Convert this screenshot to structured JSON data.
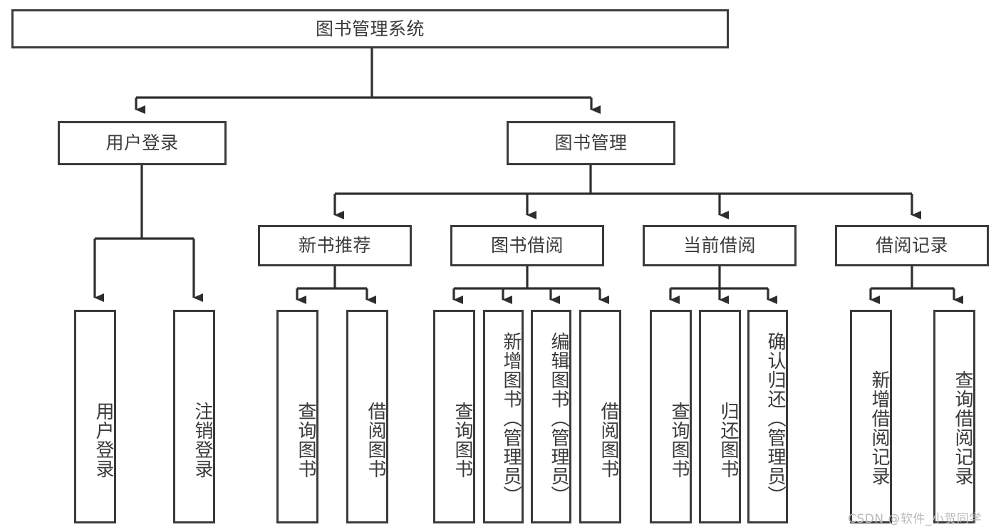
{
  "diagram": {
    "title": "图书管理系统",
    "type": "tree-hierarchy-functional-structure",
    "watermark": "CSDN @软件_小贺同学",
    "colors": {
      "box_border": "#3b3b3b",
      "box_fill": "#ffffff",
      "edge": "#2e2e2e",
      "text": "#3a3a3a",
      "watermark": "#b9b9b9",
      "background": "#ffffff"
    },
    "nodes": {
      "root": {
        "label": "图书管理系统"
      },
      "level2": [
        {
          "id": "user-login",
          "label": "用户登录"
        },
        {
          "id": "book-manage",
          "label": "图书管理"
        }
      ],
      "level3": [
        {
          "id": "new-book-recommend",
          "label": "新书推荐"
        },
        {
          "id": "book-borrow",
          "label": "图书借阅"
        },
        {
          "id": "current-borrow",
          "label": "当前借阅"
        },
        {
          "id": "borrow-record",
          "label": "借阅记录"
        }
      ],
      "leaves": [
        {
          "id": "leaf-user-login",
          "label": "用户登录",
          "parent": "user-login"
        },
        {
          "id": "leaf-logout-login",
          "label": "注销登录",
          "parent": "user-login"
        },
        {
          "id": "leaf-query-book-1",
          "label": "查询图书",
          "parent": "new-book-recommend"
        },
        {
          "id": "leaf-borrow-book-1",
          "label": "借阅图书",
          "parent": "new-book-recommend"
        },
        {
          "id": "leaf-query-book-2",
          "label": "查询图书",
          "parent": "book-borrow"
        },
        {
          "id": "leaf-add-book",
          "label": "新增图书（管理员）",
          "parent": "book-borrow"
        },
        {
          "id": "leaf-edit-book",
          "label": "编辑图书（管理员）",
          "parent": "book-borrow"
        },
        {
          "id": "leaf-borrow-book-2",
          "label": "借阅图书",
          "parent": "book-borrow"
        },
        {
          "id": "leaf-query-book-3",
          "label": "查询图书",
          "parent": "current-borrow"
        },
        {
          "id": "leaf-return-book",
          "label": "归还图书",
          "parent": "current-borrow"
        },
        {
          "id": "leaf-confirm-return",
          "label": "确认归还（管理员）",
          "parent": "current-borrow"
        },
        {
          "id": "leaf-add-record",
          "label": "新增借阅记录",
          "parent": "borrow-record"
        },
        {
          "id": "leaf-query-record",
          "label": "查询借阅记录",
          "parent": "borrow-record"
        }
      ]
    }
  }
}
